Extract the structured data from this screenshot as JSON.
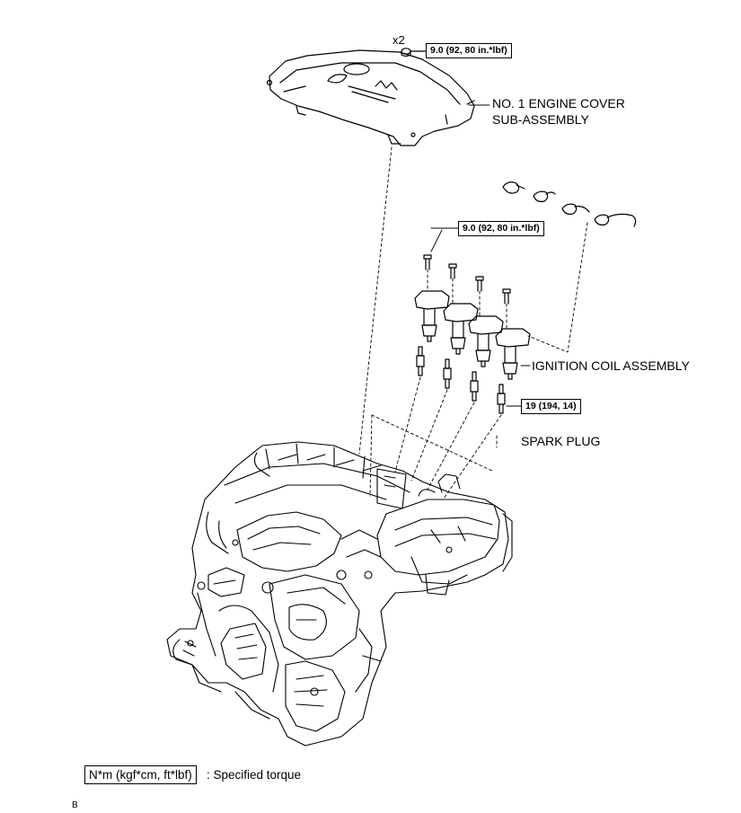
{
  "callouts": {
    "cover_qty": "x2",
    "cover_torque": "9.0 (92, 80 in.*lbf)",
    "coil_torque": "9.0 (92, 80 in.*lbf)",
    "plug_torque": "19 (194, 14)"
  },
  "labels": {
    "engine_cover_line1": "NO. 1 ENGINE COVER",
    "engine_cover_line2": "SUB-ASSEMBLY",
    "ignition_coil": "IGNITION COIL ASSEMBLY",
    "spark_plug": "SPARK PLUG"
  },
  "legend": {
    "unit": "N*m (kgf*cm, ft*lbf)",
    "description": ": Specified torque"
  },
  "footer_mark": "B"
}
